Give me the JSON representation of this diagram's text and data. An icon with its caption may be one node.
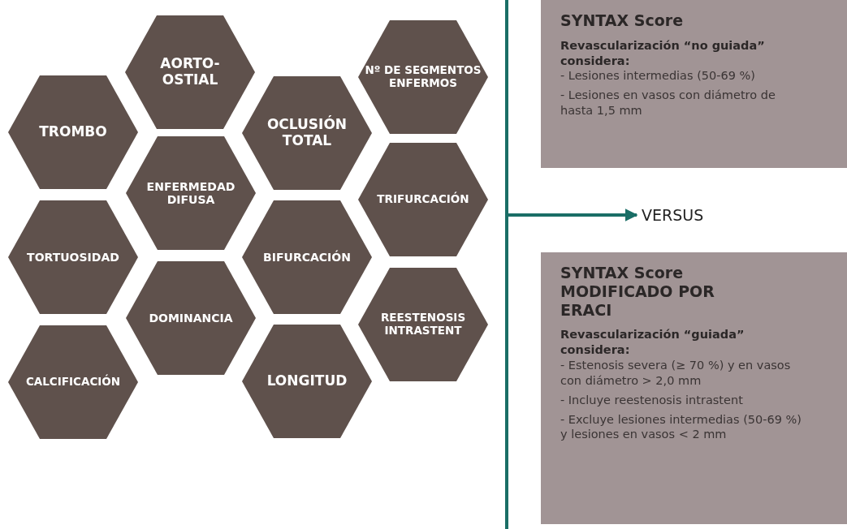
{
  "diagram": {
    "nodes": [
      {
        "text": [
          "TROMBO"
        ]
      },
      {
        "text": [
          "TORTUOSIDAD"
        ]
      },
      {
        "text": [
          "CALCIFICACIÓN"
        ]
      },
      {
        "text": [
          "AORTO- OSTIAL"
        ]
      },
      {
        "text": [
          "ENFERMEDAD DIFUSA"
        ]
      },
      {
        "text": [
          "DOMINANCIA"
        ]
      },
      {
        "text": [
          "OCLUSIÓN TOTAL"
        ]
      },
      {
        "text": [
          "BIFURCACIÓN"
        ]
      },
      {
        "text": [
          "LONGITUD"
        ]
      },
      {
        "text": [
          "Nº DE SEGMENTOS ENFERMOS"
        ]
      },
      {
        "text": [
          "TRIFURCACIÓN"
        ]
      },
      {
        "text": [
          "REESTENOSIS INTRASTENT"
        ]
      },
      {
        "text": [
          "SYNTAX Score",
          "Revascularización “no guiada” considera:",
          "- Lesiones intermedias (50-69 %)",
          "- Lesiones en vasos con diámetro de hasta 1,5 mm"
        ]
      },
      {
        "text": [
          "VERSUS"
        ]
      },
      {
        "text": [
          "SYNTAX Score MODIFICADO POR ERACI",
          "Revascularización “guiada” considera:",
          "- Estenosis severa (≥ 70 %) y en vasos con diámetro > 2,0 mm",
          "- Incluye reestenosis intrastent",
          "- Excluye lesiones intermedias (50-69 %) y lesiones en vasos < 2 mm"
        ]
      }
    ],
    "edges": [
      {
        "from": null,
        "to": 13,
        "arrow": "to"
      }
    ]
  }
}
